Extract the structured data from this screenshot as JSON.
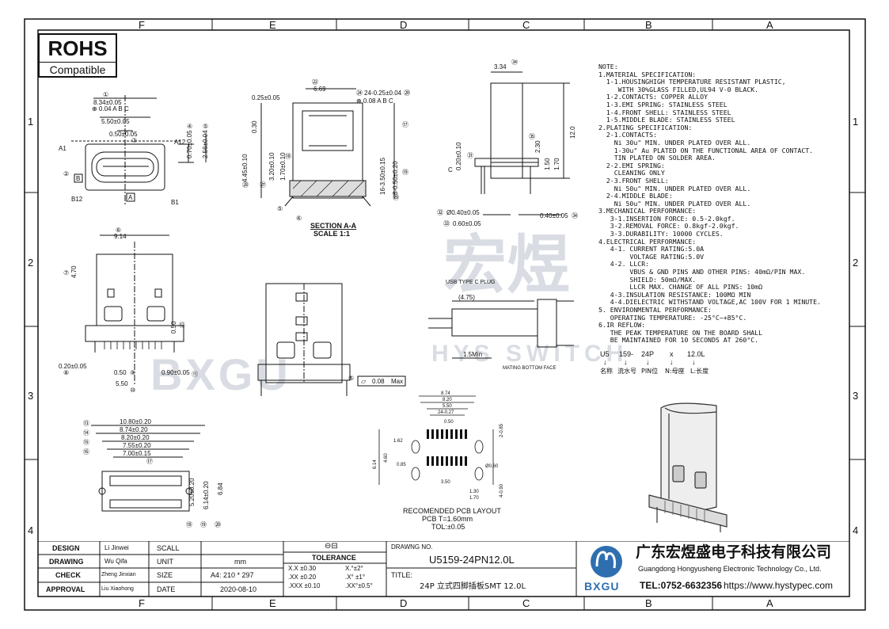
{
  "zones": {
    "columns": [
      "F",
      "E",
      "D",
      "C",
      "B",
      "A"
    ],
    "rows": [
      "1",
      "2",
      "3",
      "4"
    ]
  },
  "rohs": {
    "title": "ROHS",
    "subtitle": "Compatible"
  },
  "watermark": {
    "brand": "宏煜",
    "latin": "HYS SWITCH",
    "logo": "BXGU"
  },
  "top_view": {
    "dims": [
      "①",
      "8.34±0.05",
      "⊕ 0.04 A B C",
      "5.50±0.05",
      "0.50±0.05",
      "③",
      "0.70±0.05",
      "2.56±0.04",
      "④",
      "⑤"
    ],
    "labels": [
      "A1",
      "A12",
      "B12",
      "B1",
      "B",
      "A",
      "②"
    ]
  },
  "section_view": {
    "title": "SECTION A-A",
    "scale": "SCALE 1:1",
    "dims": [
      "㉒",
      "6.69",
      "㉔",
      "24-0.25±0.04",
      "⑳",
      "0.25±0.05",
      "⊕ 0.08 A B C",
      "0.30",
      "4.45±0.10",
      "3.20±0.10",
      "1.70±0.10",
      "16-3.50±0.15",
      "8-0.50±0.20",
      "⑰",
      "⑲",
      "⑱",
      "㉗",
      "㉘",
      "㉙",
      "⑤",
      "⑥"
    ]
  },
  "side_view": {
    "dims": [
      "3.34",
      "㉞",
      "12.0",
      "㉟",
      "2.30",
      "1.50",
      "1.70",
      "0.20±0.10",
      "㉛",
      "C",
      "㉜",
      "Ø0.40±0.05",
      "㉝",
      "0.60±0.05",
      "0.40±0.05",
      "㉞"
    ]
  },
  "front_view": {
    "dims": [
      "⑥",
      "9.14",
      "⑦",
      "4.70",
      "0.50",
      "⑫",
      "0.20±0.05",
      "⑧",
      "0.50",
      "⑨",
      "0.90±0.05",
      "⑪",
      "5.50",
      "⑩"
    ]
  },
  "bottom_view": {
    "dims": [
      "⑬",
      "10.80±0.20",
      "⑭",
      "8.74±0.20",
      "⑮",
      "8.20±0.20",
      "⑯",
      "7.55±0.20",
      "7.00±0.15",
      "⑰",
      "5.20±0.20",
      "6.14±0.20",
      "6.84",
      "⑱",
      "⑲",
      "⑳"
    ]
  },
  "flatness": {
    "symbol": "▱",
    "value": "0.08",
    "suffix": "Max",
    "ref": "⑤"
  },
  "plug_view": {
    "title": "USB TYPE C PLUG",
    "dim1": "(4.75)",
    "dim2": "1.5Min",
    "face": "MATING BOTTOM FACE"
  },
  "pcb_layout": {
    "dims": [
      "8.74",
      "8.20",
      "5.50",
      "24-0.27",
      "0.50",
      "6.14",
      "4.60",
      "1.62",
      "0.85",
      "3.50",
      "1.30",
      "1.70",
      "2-0.85",
      "4-0.90",
      "Ø0.60"
    ],
    "title": "RECOMENDED PCB LAYOUT",
    "pcb": "PCB T=1.60mm",
    "tol": "TOL:±0.05"
  },
  "notes": [
    "NOTE:",
    "1.MATERIAL SPECIFICATION:",
    "  1-1.HOUSINGHIGH TEMPERATURE RESISTANT PLASTIC,",
    "     WITH 30%GLASS FILLED,UL94 V-0 BLACK.",
    "  1-2.CONTACTS: COPPER ALLOY",
    "  1-3.EMI SPRING: STAINLESS STEEL",
    "  1-4.FRONT SHELL: STAINLESS STEEL",
    "  1-5.MIDDLE BLADE: STAINLESS STEEL",
    "2.PLATING SPECIFICATION:",
    "  2-1.CONTACTS:",
    "    Ni 30u\" MIN. UNDER PLATED OVER ALL.",
    "    1-30u\" Au PLATED ON THE FUNCTIONAL AREA OF CONTACT.",
    "    TIN PLATED ON SOLDER AREA.",
    "  2-2.EMI SPRING:",
    "    CLEANING ONLY",
    "  2-3.FRONT SHELL:",
    "    Ni 50u\" MIN. UNDER PLATED OVER ALL.",
    "  2-4.MIDDLE BLADE:",
    "    Ni 50u\" MIN. UNDER PLATED OVER ALL.",
    "3.MECHANICAL PERFORMANCE:",
    "   3-1.INSERTION FORCE: 0.5-2.0kgf.",
    "   3-2.REMOVAL FORCE: 0.8kgf-2.0kgf.",
    "   3-3.DURABILITY: 10000 CYCLES.",
    "4.ELECTRICAL PERFORMANCE:",
    "   4-1. CURRENT RATING:5.0A",
    "        VOLTAGE RATING:5.0V",
    "   4-2. LLCR:",
    "        VBUS & GND PINS AND OTHER PINS: 40mΩ/PIN MAX.",
    "        SHIELD: 50mΩ/MAX.",
    "        LLCR MAX. CHANGE OF ALL PINS: 10mΩ",
    "   4-3.INSULATION RESISTANCE: 100MΩ MIN",
    "   4-4.DIELECTRIC WITHSTAND VOLTAGE,AC 100V FOR 1 MINUTE.",
    "5. ENVIRONMENTAL PERFORMANCE:",
    "   OPERATING TEMPERATURE: -25°C~+85°C.",
    "6.IR REFLOW:",
    "   THE PEAK TEMPERATURE ON THE BOARD SHALL",
    "   BE MAINTAINED FOR 10 SECONDS AT 260°C."
  ],
  "part_legend": {
    "codes": [
      "U5",
      "159-",
      "24P",
      "x",
      "12.0L"
    ],
    "arrows": [
      "↓",
      "↓",
      "↓",
      "↓",
      "↓"
    ],
    "meanings": [
      "名称",
      "流水号",
      "PIN位",
      "N:母座",
      "L:长度"
    ]
  },
  "title_block": {
    "rows": [
      {
        "role": "DESIGN",
        "name": "Li Jinwei",
        "key": "SCALL",
        "val": ""
      },
      {
        "role": "DRAWING",
        "name": "Wu Qifa",
        "key": "UNIT",
        "val": "mm"
      },
      {
        "role": "CHECK",
        "name": "Zheng Jinxian",
        "key": "SIZE",
        "val": "A4: 210 * 297"
      },
      {
        "role": "APPROVAL",
        "name": "Liu Xiaohong",
        "key": "DATE",
        "val": "2020-08-10"
      }
    ],
    "projection": "⊖⊟",
    "tolerance_title": "TOLERANCE",
    "tolerance": [
      [
        "X.X  ±0.30",
        "X.°±2°"
      ],
      [
        ".XX  ±0.20",
        ".X° ±1°"
      ],
      [
        ".XXX  ±0.10",
        ".XX°±0.5°"
      ]
    ],
    "drawing_no_label": "DRAWNG NO.",
    "drawing_no": "U5159-24PN12.0L",
    "title_label": "TITLE:",
    "title": "24P 立式四脚插板SMT 12.0L",
    "company_cn": "广东宏煜盛电子科技有限公司",
    "company_en": "Guangdong Hongyusheng Electronic Technology Co., Ltd.",
    "tel": "TEL:0752-6632356",
    "url": "https://www.hystypec.com",
    "logo": "BXGU"
  }
}
